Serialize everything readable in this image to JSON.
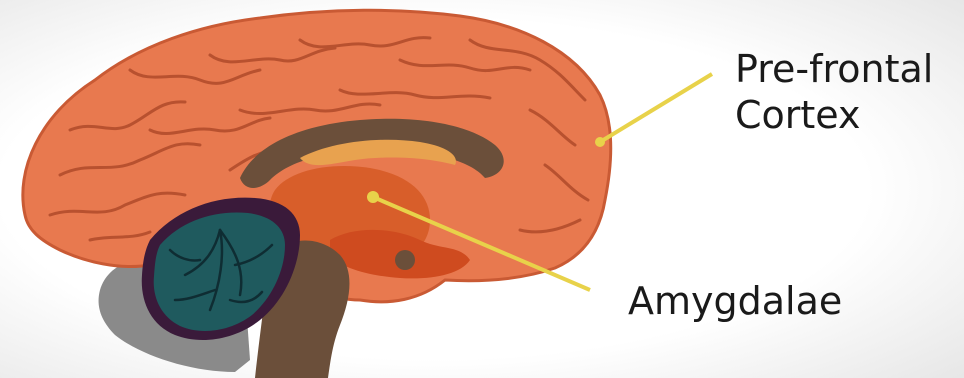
{
  "labels": {
    "prefrontal_line1": "Pre-frontal",
    "prefrontal_line2": "Cortex",
    "amygdalae": "Amygdalae"
  },
  "colors": {
    "background_vignette": "#e6e6e6",
    "cortex": "#e8794f",
    "cortex_outline": "#c95a34",
    "cortex_sulci": "#b8512f",
    "corpus_callosum": "#6b4f3a",
    "fornix": "#e8a24f",
    "thalamus": "#d85e2a",
    "limbic_core": "#cf4b1f",
    "brainstem": "#6b4f3a",
    "cerebellum_outer": "#3a1a3a",
    "cerebellum_inner": "#1f5a5e",
    "cerebellum_veins": "#0f2d33",
    "spinal_grey": "#8a8a8a",
    "pointer_line": "#e8d24a"
  },
  "icons": [
    "brain-illustration"
  ]
}
